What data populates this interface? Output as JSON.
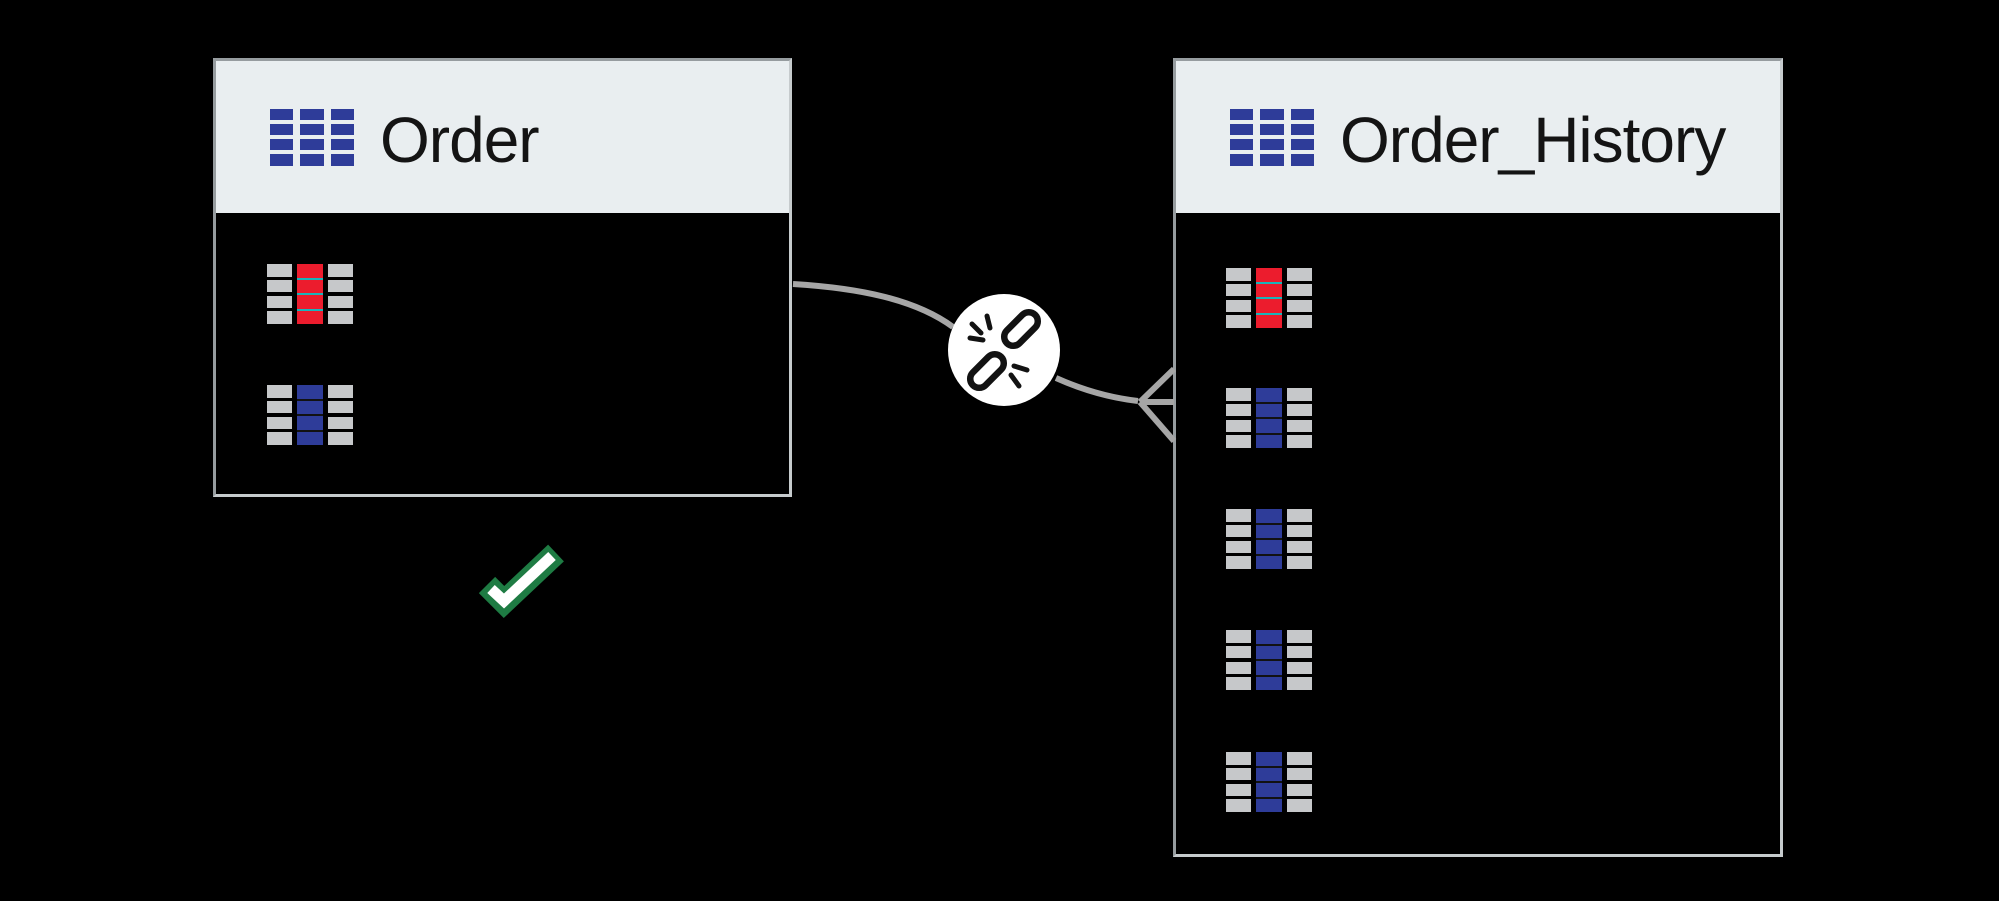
{
  "diagram": {
    "type": "relationship-diagram",
    "status": "valid"
  },
  "tables": {
    "order": {
      "name": "Order",
      "icon": "table-grid-icon",
      "fields": [
        {
          "highlight": "red",
          "role": "key-column"
        },
        {
          "highlight": "blue",
          "role": "column"
        }
      ]
    },
    "order_history": {
      "name": "Order_History",
      "icon": "table-grid-icon",
      "fields": [
        {
          "highlight": "red",
          "role": "key-column"
        },
        {
          "highlight": "blue",
          "role": "column"
        },
        {
          "highlight": "blue",
          "role": "column"
        },
        {
          "highlight": "blue",
          "role": "column"
        },
        {
          "highlight": "blue",
          "role": "column"
        }
      ]
    }
  },
  "relationship": {
    "from": "Order",
    "to": "Order_History",
    "cardinality": "one-to-many",
    "many_side": "Order_History",
    "badge_icon": "broken-link-icon",
    "status_icon": "green-checkmark"
  },
  "colors": {
    "background": "#000000",
    "header_bg": "#e9eef0",
    "table_border": "#b2b7ba",
    "icon_blue": "#2e3c99",
    "icon_red": "#ec1c2d",
    "cell_gray": "#c6c8ca",
    "red_separator": "#1ab4bb",
    "connector_gray": "#a6a6a6",
    "check_green": "#1e7b43",
    "title_text": "#141414"
  }
}
